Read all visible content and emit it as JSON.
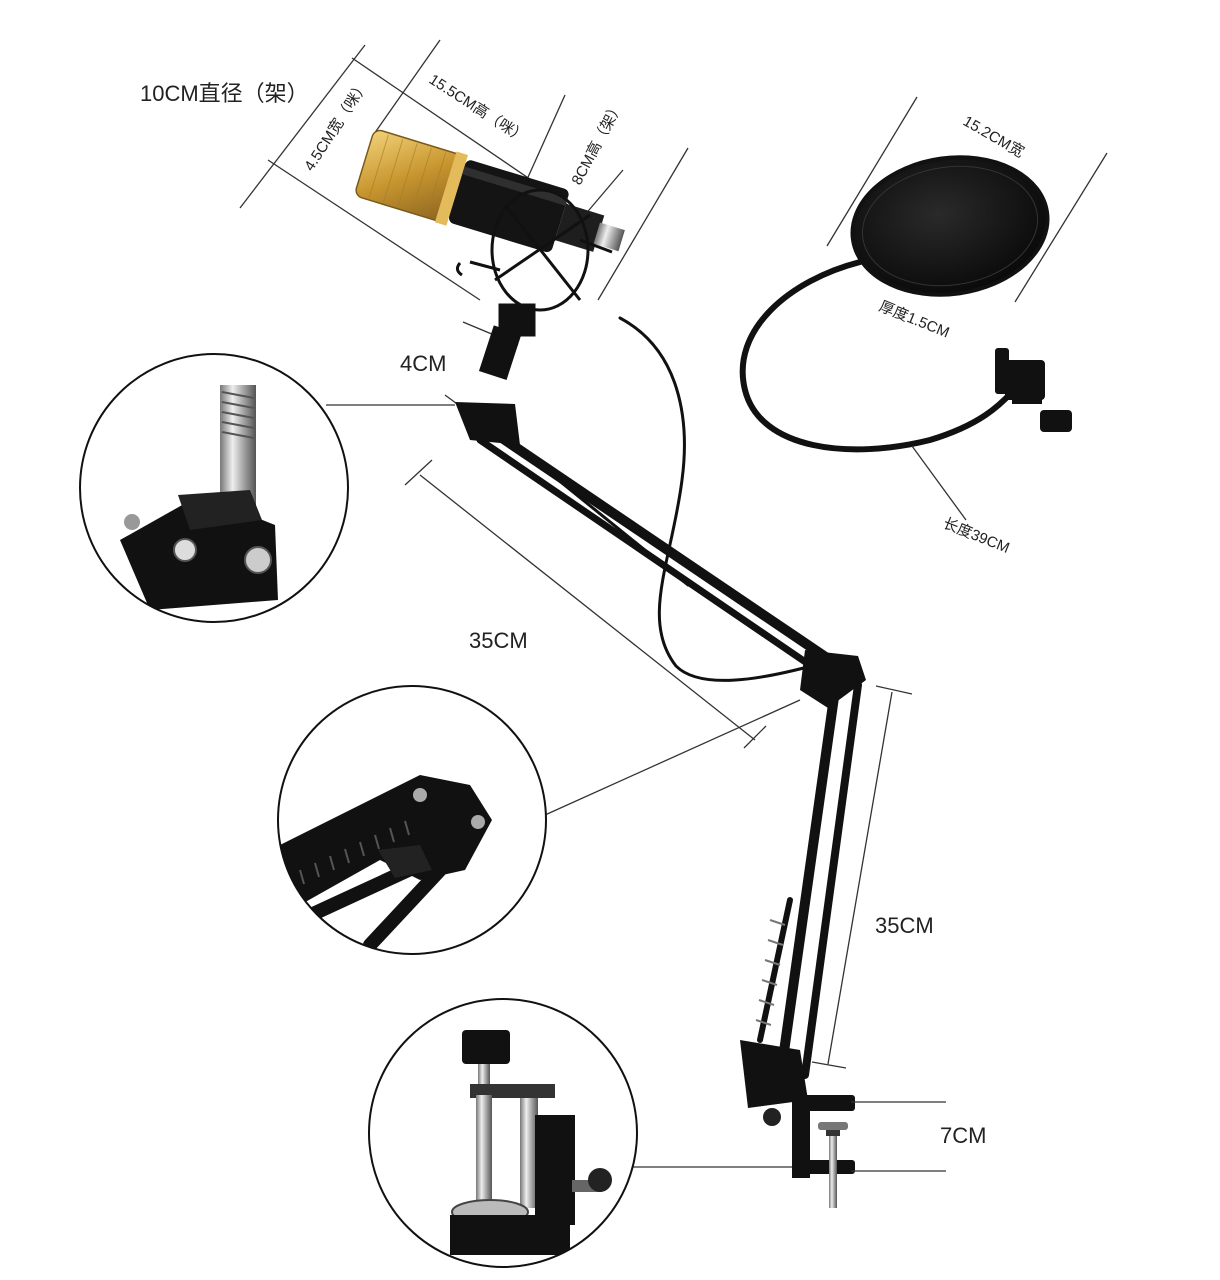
{
  "labels": {
    "mount_diameter": "10CM直径（架）",
    "mic_height": "15.5CM高（咪）",
    "mic_width": "4.5CM宽（咪）",
    "mount_height": "8CM高（架）",
    "mount_width": "4CM",
    "filter_width": "15.2CM宽",
    "filter_thickness": "厚度1.5CM",
    "gooseneck_length": "长度39CM",
    "upper_arm": "35CM",
    "lower_arm": "35CM",
    "clamp_height": "7CM"
  },
  "colors": {
    "metal_black": "#111111",
    "mic_gold": "#d4a43c",
    "chrome": "#b9b9b9",
    "line": "#333333"
  },
  "icons": [
    "microphone-icon",
    "shock-mount-icon",
    "pop-filter-icon",
    "screw-thread-icon",
    "spring-joint-icon",
    "desk-clamp-icon"
  ]
}
